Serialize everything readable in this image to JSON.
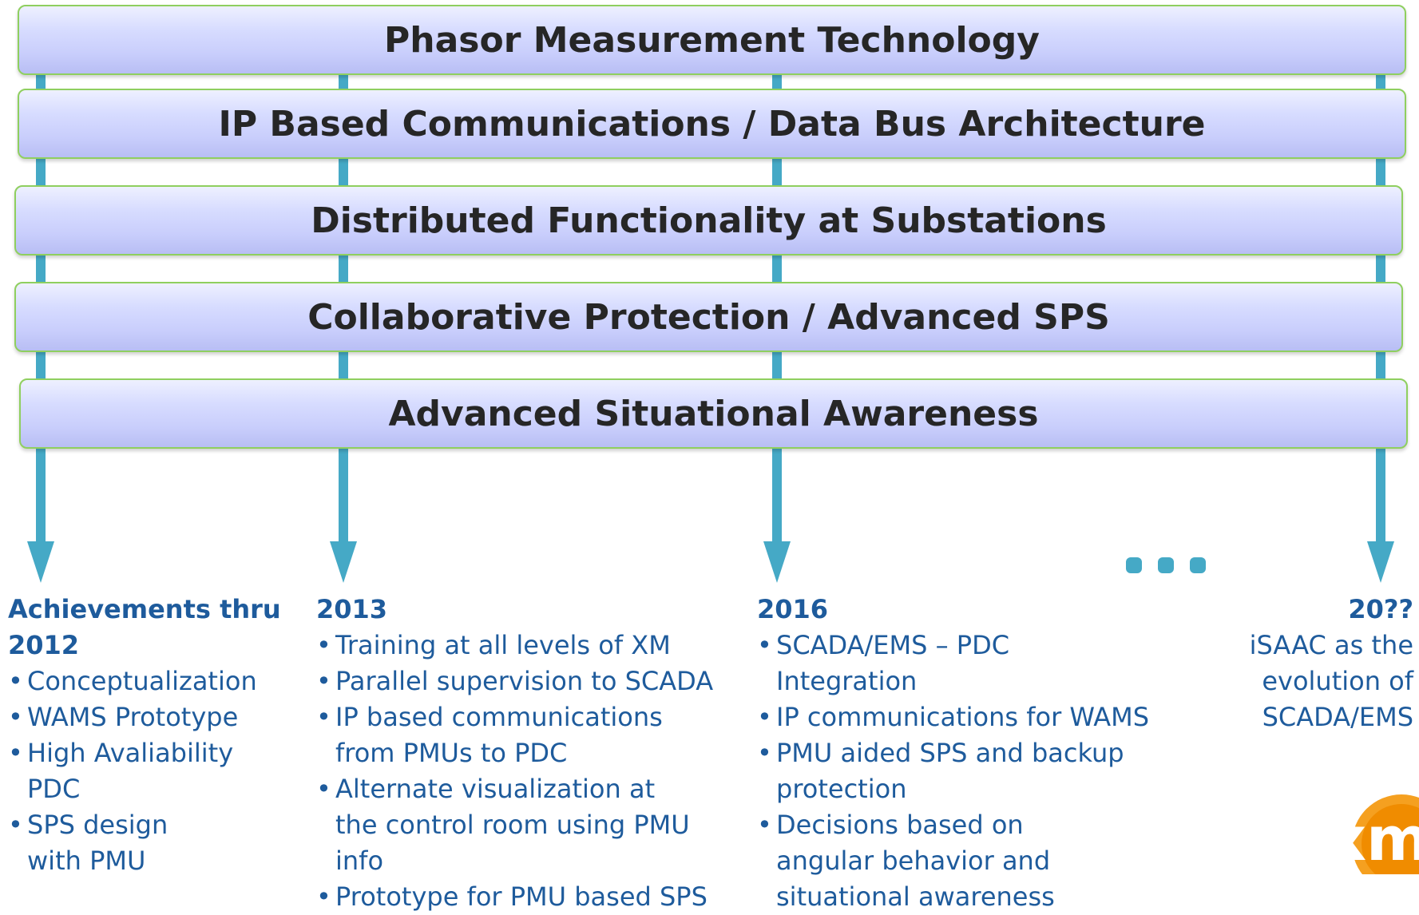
{
  "bands": [
    "Phasor Measurement Technology",
    "IP Based Communications / Data Bus Architecture",
    "Distributed Functionality at Substations",
    "Collaborative Protection / Advanced SPS",
    "Advanced Situational Awareness"
  ],
  "columns": [
    {
      "heading_line1": "Achievements thru",
      "heading_line2": "2012",
      "items": [
        "Conceptualization",
        "WAMS Prototype",
        "High Avaliability PDC",
        "SPS design with PMU"
      ]
    },
    {
      "heading": "2013",
      "items": [
        "Training at all  levels of XM",
        "Parallel supervision to SCADA",
        "IP based communications from PMUs to PDC",
        "Alternate visualization at the control room using PMU info",
        "Prototype for PMU based SPS"
      ]
    },
    {
      "heading": "2016",
      "items": [
        "SCADA/EMS – PDC Integration",
        "IP communications for WAMS",
        "PMU aided SPS and backup protection",
        "Decisions based on angular behavior and situational awareness"
      ]
    },
    {
      "heading": "20??",
      "lines": [
        "iSAAC as the",
        "evolution of",
        "SCADA/EMS"
      ]
    }
  ],
  "colors": {
    "arrow": "#45a9c6",
    "text": "#1e5b9c",
    "band_border": "#8fcf5f",
    "logo_orange": "#f08c00"
  },
  "logo": {
    "text": "xm"
  }
}
